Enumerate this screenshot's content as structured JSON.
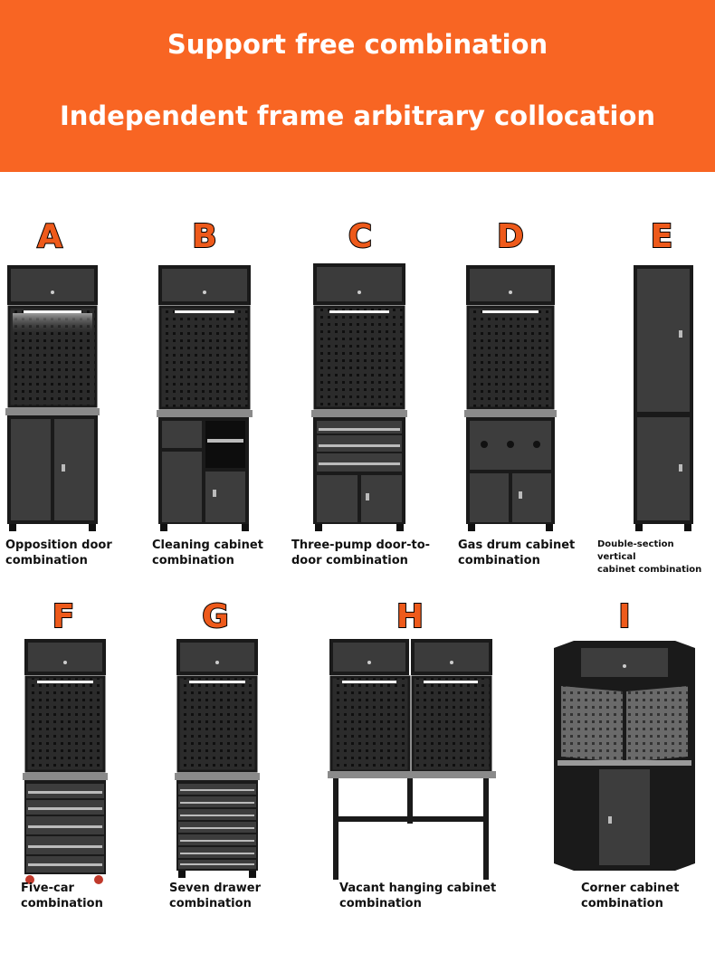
{
  "banner": {
    "line1": "Support free combination",
    "line2": "Independent frame arbitrary collocation",
    "color": "#f86523"
  },
  "items": [
    {
      "letter": "A",
      "caption": "Opposition door\ncombination",
      "icon": "cabinet-opposition-door"
    },
    {
      "letter": "B",
      "caption": "Cleaning cabinet\ncombination",
      "icon": "cabinet-cleaning"
    },
    {
      "letter": "C",
      "caption": "Three-pump door-to-\ndoor combination",
      "icon": "cabinet-three-pump"
    },
    {
      "letter": "D",
      "caption": "Gas drum cabinet\ncombination",
      "icon": "cabinet-gas-drum"
    },
    {
      "letter": "E",
      "caption": "Double-section vertical\ncabinet combination",
      "icon": "cabinet-double-vertical"
    },
    {
      "letter": "F",
      "caption": "Five-car\ncombination",
      "icon": "cabinet-five-drawer"
    },
    {
      "letter": "G",
      "caption": "Seven drawer\ncombination",
      "icon": "cabinet-seven-drawer"
    },
    {
      "letter": "H",
      "caption": "Vacant hanging cabinet\ncombination",
      "icon": "cabinet-vacant-hanging"
    },
    {
      "letter": "I",
      "caption": "Corner cabinet\ncombination",
      "icon": "cabinet-corner"
    }
  ]
}
